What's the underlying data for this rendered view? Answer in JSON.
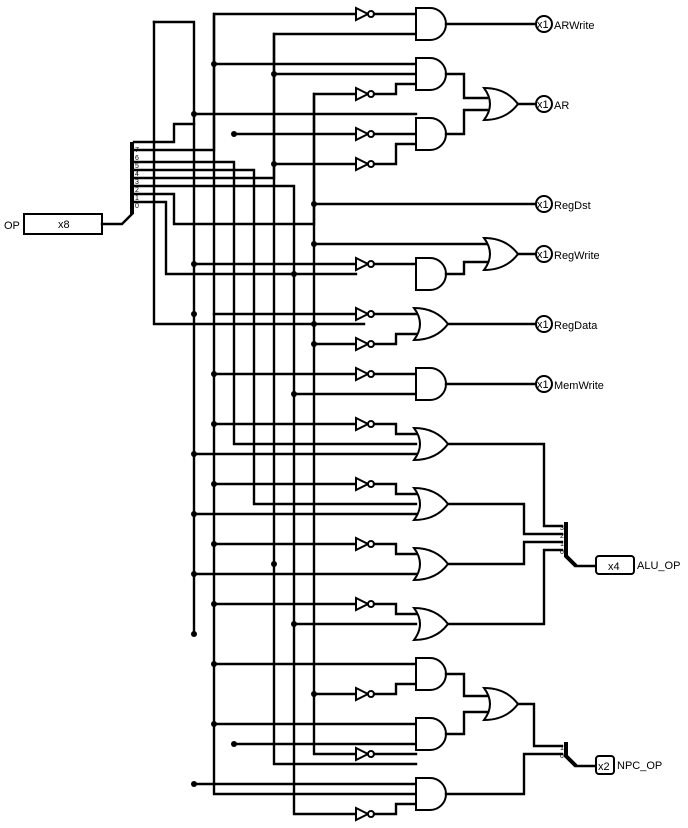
{
  "input": {
    "label": "OP",
    "width": "x8"
  },
  "outputs": [
    {
      "label": "ARWrite",
      "width": "x1"
    },
    {
      "label": "AR",
      "width": "x1"
    },
    {
      "label": "RegDst",
      "width": "x1"
    },
    {
      "label": "RegWrite",
      "width": "x1"
    },
    {
      "label": "RegData",
      "width": "x1"
    },
    {
      "label": "MemWrite",
      "width": "x1"
    }
  ],
  "bus_outputs": [
    {
      "label": "ALU_OP",
      "width": "x4"
    },
    {
      "label": "NPC_OP",
      "width": "x2"
    }
  ],
  "splitter_bits": [
    "7",
    "6",
    "5",
    "4",
    "3",
    "2",
    "1",
    "0"
  ],
  "alu_bits": [
    "3",
    "2",
    "1",
    "0"
  ],
  "npc_bits": [
    "1",
    "0"
  ]
}
